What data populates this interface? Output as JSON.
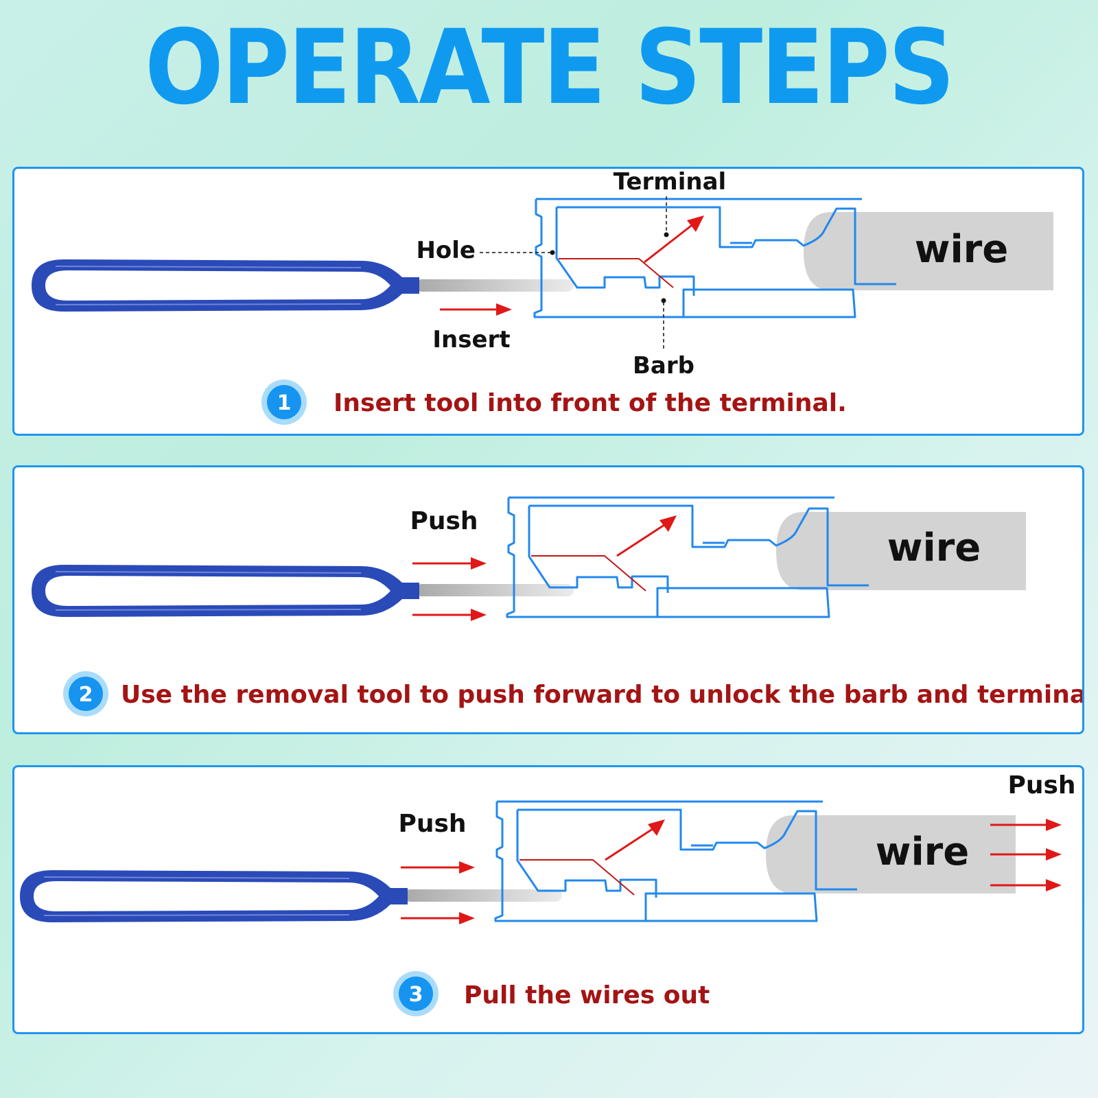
{
  "title": "OPERATE STEPS",
  "colors": {
    "title": "#0f9af0",
    "panel_border": "#1e96ee",
    "tool": "#2a4ab8",
    "terminal_outline": "#2288ee",
    "arrow": "#e01818",
    "caption": "#a41414",
    "wire_fill": "#d3d3d3"
  },
  "icons": [
    "removal-tool-icon",
    "terminal-outline-icon",
    "arrow-right-icon",
    "step-number-badge"
  ],
  "steps": [
    {
      "number": "1",
      "caption": "Insert tool into front of the terminal.",
      "labels": {
        "terminal": "Terminal",
        "hole": "Hole",
        "insert": "Insert",
        "barb": "Barb",
        "wire": "wire"
      }
    },
    {
      "number": "2",
      "caption": "Use the removal tool to push forward to unlock the barb and terminal",
      "labels": {
        "push": "Push",
        "wire": "wire"
      }
    },
    {
      "number": "3",
      "caption": "Pull the wires out",
      "labels": {
        "push_left": "Push",
        "push_right": "Push",
        "wire": "wire"
      }
    }
  ]
}
